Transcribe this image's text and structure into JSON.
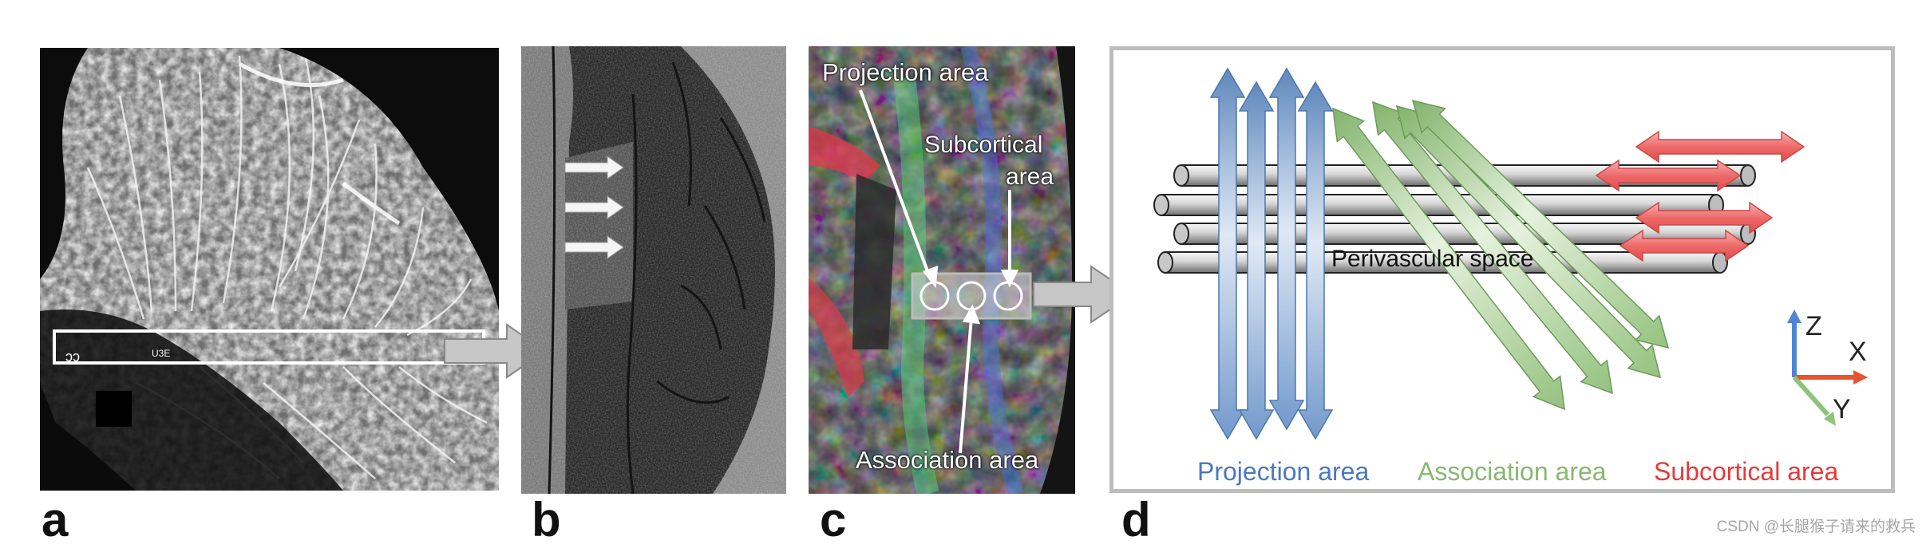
{
  "panels": {
    "a": {
      "label": "a",
      "micro_text": "U3E",
      "side_text": "ɔɔ"
    },
    "b": {
      "label": "b"
    },
    "c": {
      "label": "c",
      "projection_label": "Projection area",
      "subcortical_label_1": "Subcortical",
      "subcortical_label_2": "area",
      "association_label": "Association area"
    },
    "d": {
      "label": "d",
      "perivascular_label": "Perivascular space",
      "legend": {
        "projection": "Projection area",
        "association": "Association area",
        "subcortical": "Subcortical area"
      },
      "axes": {
        "z": "Z",
        "x": "X",
        "y": "Y"
      }
    }
  },
  "colors": {
    "projection": "#6d95c9",
    "association": "#8fbd7a",
    "subcortical": "#ee6a6a",
    "legend_projection": "#4a78c2",
    "legend_association": "#88b870",
    "legend_subcortical": "#e8393a"
  },
  "watermark": "CSDN @长腿猴子请来的救兵"
}
